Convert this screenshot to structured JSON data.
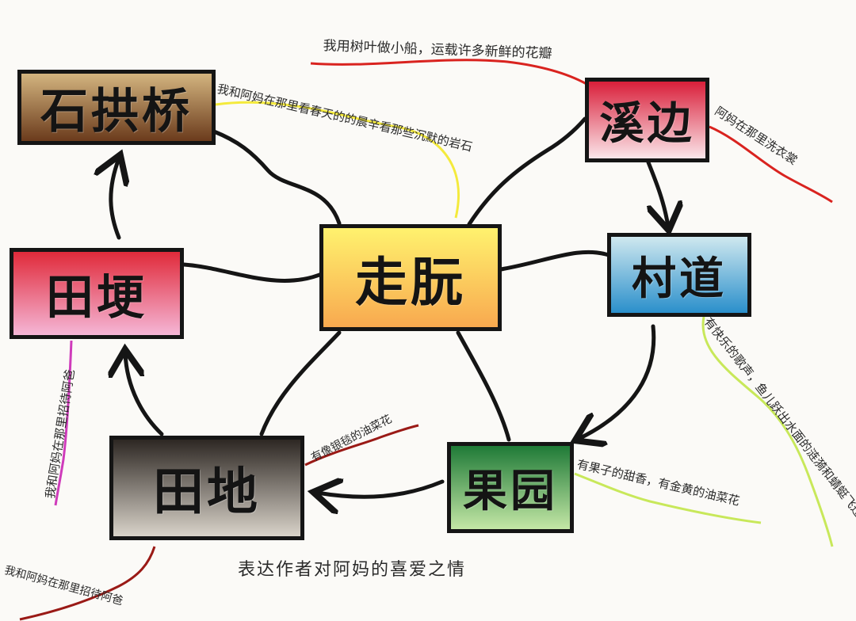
{
  "center": {
    "label": "走朊",
    "gradient": [
      "#fff26e",
      "#f8a94f"
    ]
  },
  "nodes": {
    "shigongqiao": {
      "label": "石拱桥",
      "gradient": [
        "#d3b47f",
        "#6b3b1c"
      ]
    },
    "xibian": {
      "label": "溪边",
      "gradient": [
        "#d91f3a",
        "#fbe6ea"
      ]
    },
    "cundao": {
      "label": "村道",
      "gradient": [
        "#cfe8ef",
        "#2a8fcb"
      ]
    },
    "guoyuan": {
      "label": "果园",
      "gradient": [
        "#1f7a37",
        "#c4e7a6"
      ]
    },
    "tiandi": {
      "label": "田地",
      "gradient": [
        "#2d2723",
        "#d9d3c9"
      ]
    },
    "tiangeng": {
      "label": "田埂",
      "gradient": [
        "#e02a3a",
        "#f5b6d6"
      ]
    }
  },
  "annotations": {
    "shigongqiao": {
      "text": "我和阿妈在那里看春天的的晨辛看那些沉默的岩石",
      "color": "#f4ea3c"
    },
    "top": {
      "text": "我用树叶做小船，运载许多新鲜的花瓣",
      "color": "#d9231f"
    },
    "xibian": {
      "text": "阿妈在那里洗衣裳",
      "color": "#d9231f"
    },
    "cundao": {
      "text": "有快乐的歌声，鱼儿跃出水面的涟漪和蜻蜓飞过……",
      "color": "#c8e85a"
    },
    "guoyuan": {
      "text": "有果子的甜香，有金黄的油菜花",
      "color": "#c8e85a"
    },
    "tiandi": {
      "text": "有像银毯的油菜花",
      "color": "#9a1a16"
    },
    "tiangeng": {
      "text": "我和阿妈在那里招待阿爸",
      "color": "#cf3bbb"
    },
    "bottom_left": {
      "text": "我和阿妈在那里招待阿爸",
      "color": "#9a1a16"
    }
  },
  "summary": "表达作者对阿妈的喜爱之情"
}
